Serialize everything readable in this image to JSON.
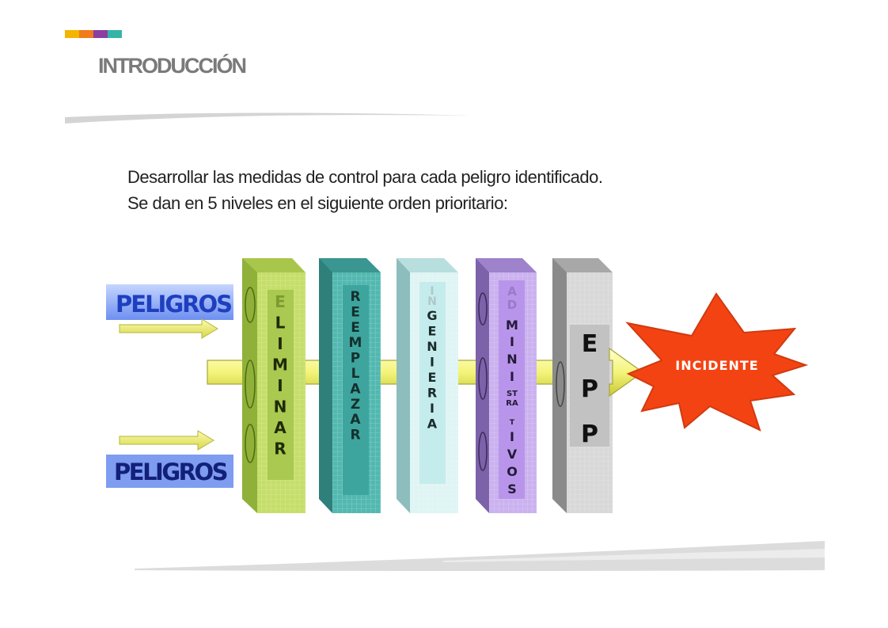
{
  "header": {
    "title": "INTRODUCCIÓN",
    "brand_colors": [
      "#f5b400",
      "#f07c1b",
      "#8b3fa0",
      "#36b5a6"
    ]
  },
  "body": {
    "line1": "Desarrollar las medidas de control  para cada peligro  identificado.",
    "line2": "Se dan en 5 niveles en el siguiente orden prioritario:"
  },
  "diagram": {
    "hazard_label_top": "PELIGROS",
    "hazard_label_bottom": "PELIGROS",
    "incident_label": "INCIDENTE",
    "levels": [
      {
        "name": "ELIMINAR",
        "order": 1,
        "color": "#b9d65a"
      },
      {
        "name": "REEMPLAZAR",
        "order": 2,
        "color": "#3fa9a1"
      },
      {
        "name": "INGENIERIA",
        "order": 3,
        "color": "#c8ecec"
      },
      {
        "name": "ADMINISTRATIVOS",
        "order": 4,
        "color": "#c2a6e8"
      },
      {
        "name": "EPP",
        "order": 5,
        "color": "#cfcfcf"
      }
    ]
  }
}
